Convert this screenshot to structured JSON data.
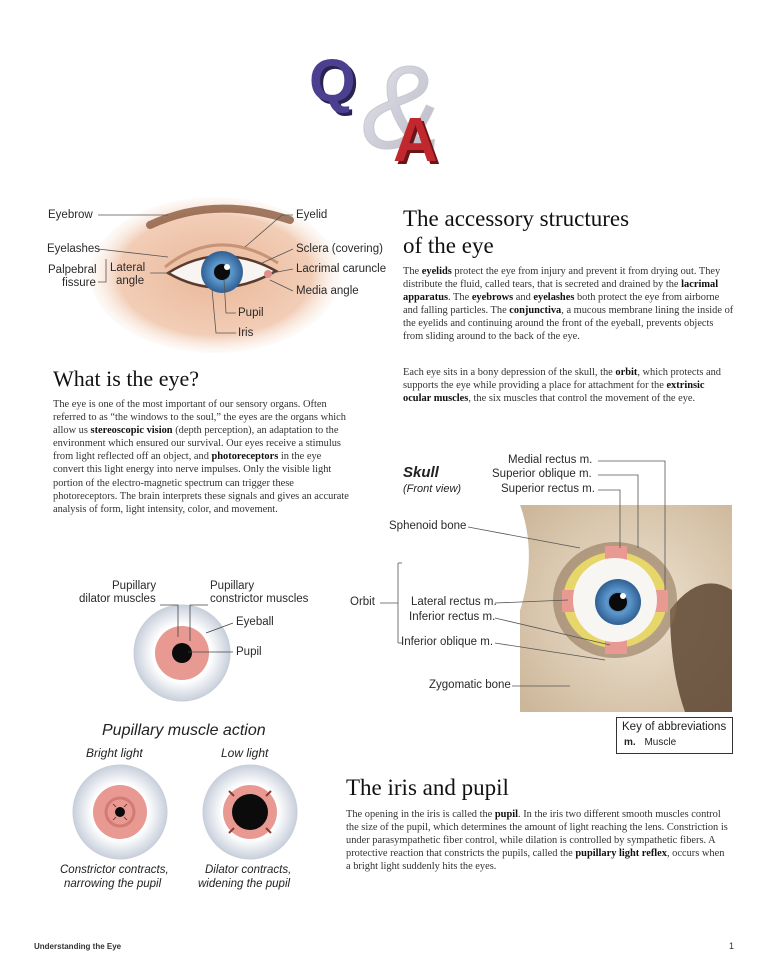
{
  "logo": {
    "q": "Q",
    "amp": "&",
    "a": "A"
  },
  "eye_diagram": {
    "labels": {
      "eyebrow": "Eyebrow",
      "eyelashes": "Eyelashes",
      "palpebral_fissure_1": "Palpebral",
      "palpebral_fissure_2": "fissure",
      "lateral_angle_1": "Lateral",
      "lateral_angle_2": "angle",
      "eyelid": "Eyelid",
      "sclera": "Sclera (covering)",
      "lacrimal_caruncle": "Lacrimal caruncle",
      "media_angle": "Media angle",
      "pupil": "Pupil",
      "iris": "Iris"
    }
  },
  "accessory": {
    "title_line1": "The accessory structures",
    "title_line2": "of the eye",
    "para1": {
      "t1": "The ",
      "b1": "eyelids",
      "t2": " protect the eye from injury and prevent it from drying out. They distribute the fluid, called tears, that is secreted and drained by the ",
      "b2": "lacrimal apparatus",
      "t3": ". The ",
      "b3": "eyebrows",
      "t4": " and ",
      "b4": "eyelashes",
      "t5": " both protect the eye from airborne and falling particles. The ",
      "b5": "conjunctiva",
      "t6": ", a mucous membrane lining the inside of the eyelids and continuing around the front of the eyeball, prevents objects from sliding around to the back of the eye."
    },
    "para2": {
      "t1": "Each eye sits in a bony depression of the skull, the ",
      "b1": "orbit",
      "t2": ", which protects and supports the eye while providing a place for attachment for the ",
      "b2": "extrinsic ocular muscles",
      "t3": ", the six muscles that control the movement of the eye."
    }
  },
  "what_is_eye": {
    "title": "What is the eye?",
    "para": {
      "t1": "The eye is one of the most important of our sensory organs. Often referred to as “the windows to the soul,” the eyes are the organs which allow us ",
      "b1": "stereoscopic vision",
      "t2": " (depth perception), an adaptation to the environment which ensured our survival. Our eyes receive a stimulus from light reflected off an object, and ",
      "b2": "photoreceptors",
      "t3": " in the eye convert this light energy into nerve impulses. Only the visible light portion of the electro-magnetic spectrum can trigger these photoreceptors. The brain interprets these signals and gives an accurate analysis of form, light intensity, color, and movement."
    }
  },
  "skull_diagram": {
    "title": "Skull",
    "subtitle": "(Front view)",
    "labels": {
      "medial_rectus": "Medial rectus m.",
      "superior_oblique": "Superior oblique m.",
      "superior_rectus": "Superior rectus m.",
      "sphenoid_bone": "Sphenoid bone",
      "orbit": "Orbit",
      "lateral_rectus": "Lateral rectus m.",
      "inferior_rectus": "Inferior rectus m.",
      "inferior_oblique": "Inferior oblique m.",
      "zygomatic_bone": "Zygomatic bone"
    },
    "key": {
      "title": "Key of abbreviations",
      "abbr": "m.",
      "meaning": "Muscle"
    }
  },
  "pupil_diagram": {
    "labels": {
      "dilator_1": "Pupillary",
      "dilator_2": "dilator muscles",
      "constrictor_1": "Pupillary",
      "constrictor_2": "constrictor muscles",
      "eyeball": "Eyeball",
      "pupil": "Pupil"
    }
  },
  "muscle_action": {
    "title": "Pupillary muscle action",
    "bright_label": "Bright light",
    "low_label": "Low light",
    "bright_caption_1": "Constrictor contracts,",
    "bright_caption_2": "narrowing the pupil",
    "low_caption_1": "Dilator contracts,",
    "low_caption_2": "widening the pupil"
  },
  "iris_pupil": {
    "title": "The iris and pupil",
    "para": {
      "t1": "The opening in the iris is called the ",
      "b1": "pupil",
      "t2": ". In the iris two different smooth muscles control the size of the pupil, which determines the amount of light reaching the lens. Constriction is under parasympathetic fiber control, while dilation is controlled by sympathetic fibers. A protective reaction that constricts the pupils, called the ",
      "b2": "pupillary light reflex",
      "t3": ", occurs when a bright light suddenly hits the eyes."
    }
  },
  "footer": {
    "left": "Understanding the Eye",
    "page_number": "1"
  },
  "colors": {
    "q": "#4b3f8f",
    "a": "#c0282e",
    "iris": "#5b93c8",
    "muscle": "#e89a92",
    "bone": "#e8d9c4"
  }
}
